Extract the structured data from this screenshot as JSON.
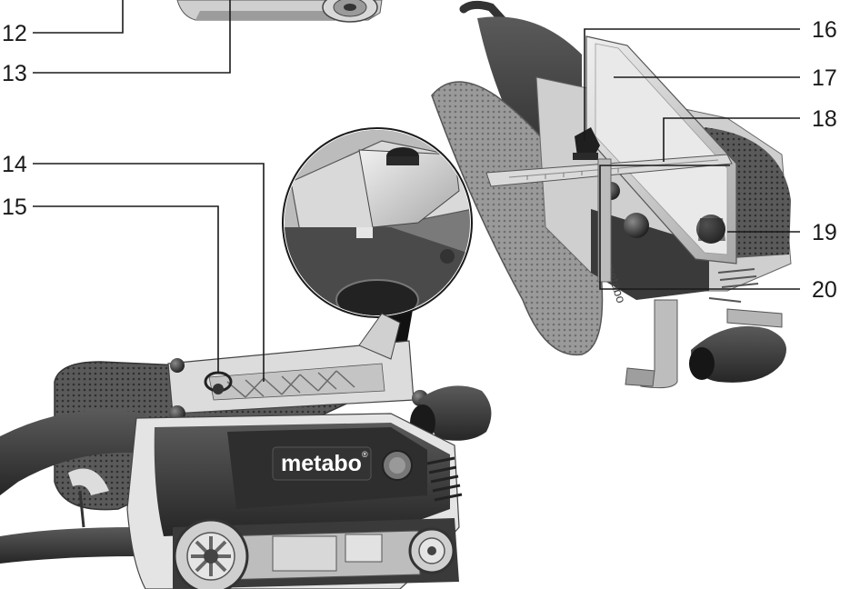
{
  "callouts": {
    "c12": "12",
    "c13": "13",
    "c14": "14",
    "c15": "15",
    "c16": "16",
    "c17": "17",
    "c18": "18",
    "c19": "19",
    "c20": "20"
  },
  "branding": {
    "logo": "metabo"
  },
  "colors": {
    "ink": "#1a1a1a",
    "housing_dark": "#3a3a3a",
    "housing_mid": "#8a8a8a",
    "metal_light": "#d6d6d6",
    "cushion": "#555555"
  }
}
